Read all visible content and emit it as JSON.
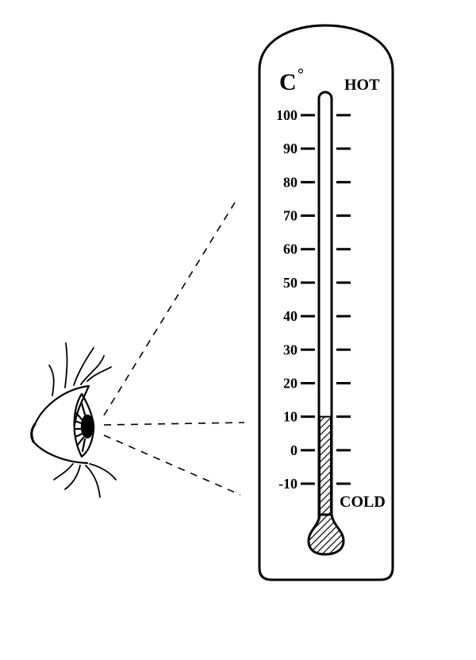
{
  "thermometer": {
    "unit_label": "C",
    "degree_symbol": "°",
    "hot_label": "HOT",
    "cold_label": "COLD",
    "scale_labels": [
      "100",
      "90",
      "80",
      "70",
      "60",
      "50",
      "40",
      "30",
      "20",
      "10",
      "0",
      "-10"
    ],
    "scale_values": [
      100,
      90,
      80,
      70,
      60,
      50,
      40,
      30,
      20,
      10,
      0,
      -10
    ],
    "reading_celsius": 10
  },
  "colors": {
    "ink": "#000000",
    "background": "#ffffff"
  },
  "icons": {
    "observer": "eye-icon"
  }
}
